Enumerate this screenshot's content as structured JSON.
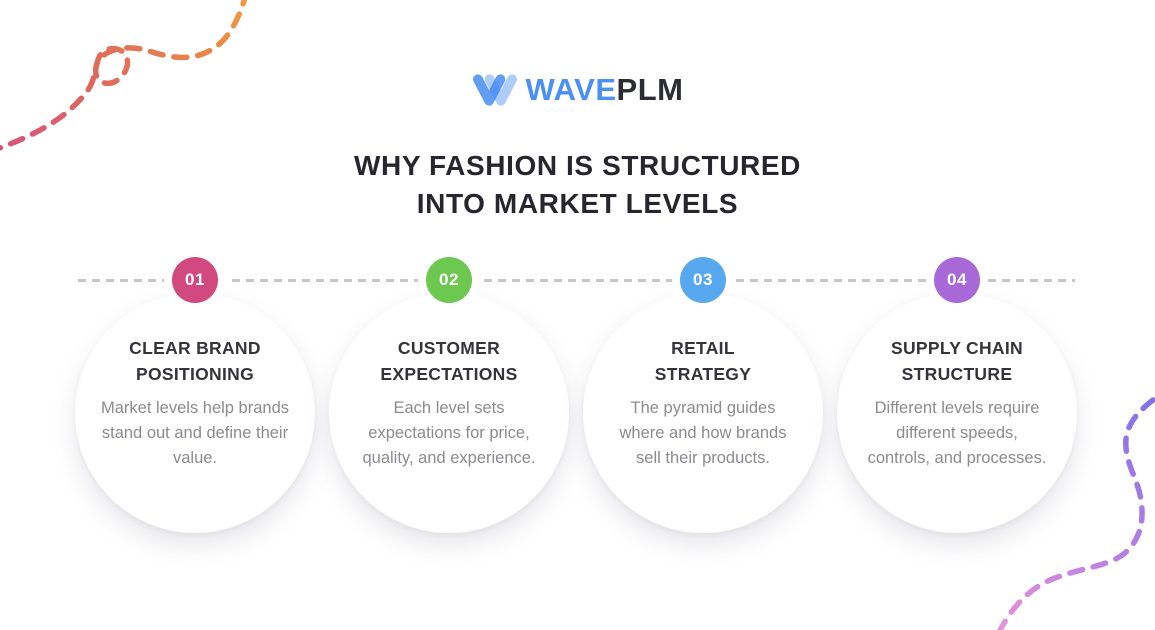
{
  "logo": {
    "brand_primary": "WAVE",
    "brand_secondary": "PLM",
    "icon": "waveplm-w-icon",
    "icon_color": "#3f87f2",
    "primary_color": "#4a90f5",
    "secondary_color": "#2b2d33"
  },
  "title": {
    "line1": "WHY FASHION IS STRUCTURED",
    "line2": "INTO MARKET LEVELS"
  },
  "steps": [
    {
      "number": "01",
      "badge_color": "#d1497f",
      "title_line1": "CLEAR BRAND",
      "title_line2": "POSITIONING",
      "description": "Market levels help brands stand out and define their value."
    },
    {
      "number": "02",
      "badge_color": "#6cc84e",
      "title_line1": "CUSTOMER",
      "title_line2": "EXPECTATIONS",
      "description": "Each level sets expectations for price, quality, and experience."
    },
    {
      "number": "03",
      "badge_color": "#58a8f0",
      "title_line1": "RETAIL",
      "title_line2": "STRATEGY",
      "description": "The pyramid guides where and how brands sell their products."
    },
    {
      "number": "04",
      "badge_color": "#a869d8",
      "title_line1": "SUPPLY CHAIN",
      "title_line2": "STRUCTURE",
      "description": "Different levels require different speeds, controls, and processes."
    }
  ],
  "decorations": {
    "top_left_squiggle": {
      "style": "dashed-curve-with-loop",
      "color_start": "#d5507f",
      "color_mid": "#e06a5b",
      "color_end": "#f0993f"
    },
    "bottom_right_squiggle": {
      "style": "dashed-s-curve",
      "color_start": "#8172e7",
      "color_mid": "#bb80e2",
      "color_end": "#e793d8"
    },
    "connector_color": "#c7c7cb"
  }
}
